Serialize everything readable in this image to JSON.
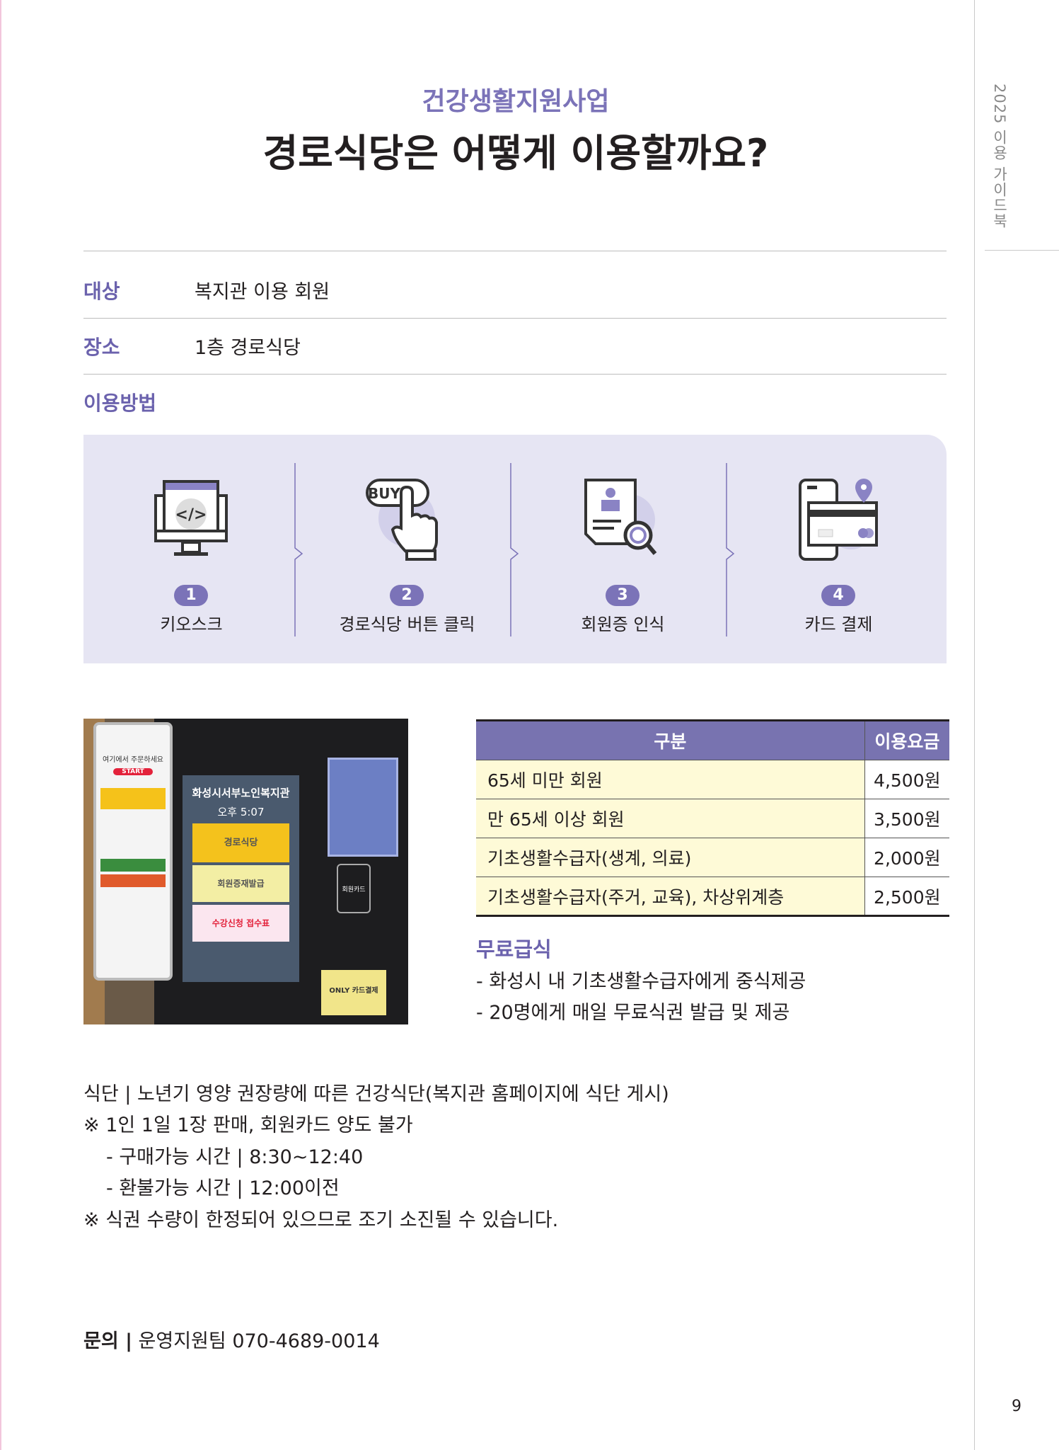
{
  "sidebar": {
    "guide_title": "2025 이용 가이드북",
    "page_number": "9"
  },
  "header": {
    "subtitle": "건강생활지원사업",
    "title": "경로식당은 어떻게 이용할까요?"
  },
  "info": [
    {
      "label": "대상",
      "value": "복지관 이용 회원"
    },
    {
      "label": "장소",
      "value": "1층 경로식당"
    }
  ],
  "method": {
    "label": "이용방법",
    "steps": [
      {
        "num": "1",
        "label": "키오스크",
        "icon": "kiosk-monitor-icon"
      },
      {
        "num": "2",
        "label": "경로식당 버튼 클릭",
        "icon": "buy-button-tap-icon"
      },
      {
        "num": "3",
        "label": "회원증 인식",
        "icon": "id-card-scan-icon"
      },
      {
        "num": "4",
        "label": "카드 결제",
        "icon": "card-payment-icon"
      }
    ],
    "buy_text": "BUY"
  },
  "photo": {
    "screen_title": "화성시서부노인복지관",
    "time": "오후 5:07",
    "btn1": "경로식당",
    "btn2": "회원증재발급",
    "btn3": "수강신청 접수표",
    "start": "START",
    "guide": "여기에서 주문하세요",
    "card": "회원카드",
    "only": "ONLY 카드결제"
  },
  "fees": {
    "headers": [
      "구분",
      "이용요금"
    ],
    "rows": [
      [
        "65세 미만 회원",
        "4,500원"
      ],
      [
        "만 65세 이상 회원",
        "3,500원"
      ],
      [
        "기초생활수급자(생계, 의료)",
        "2,000원"
      ],
      [
        "기초생활수급자(주거, 교육), 차상위계층",
        "2,500원"
      ]
    ]
  },
  "free_meal": {
    "title": "무료급식",
    "items": [
      "- 화성시 내 기초생활수급자에게 중식제공",
      "- 20명에게 매일 무료식권 발급 및 제공"
    ]
  },
  "notes": [
    "식단 | 노년기 영양 권장량에 따른 건강식단(복지관 홈페이지에 식단 게시)",
    "※ 1인 1일 1장 판매, 회원카드 양도 불가",
    "  - 구매가능 시간 | 8:30~12:40",
    "  - 환불가능 시간 | 12:00이전",
    "※ 식권 수량이 한정되어 있으므로 조기 소진될 수 있습니다."
  ],
  "inquiry": {
    "label": "문의 |",
    "value": " 운영지원팀 070-4689-0014"
  },
  "colors": {
    "accent": "#7b73b8",
    "panel": "#e6e5f3",
    "table_header": "#7873b0",
    "table_cell": "#fefad7"
  }
}
